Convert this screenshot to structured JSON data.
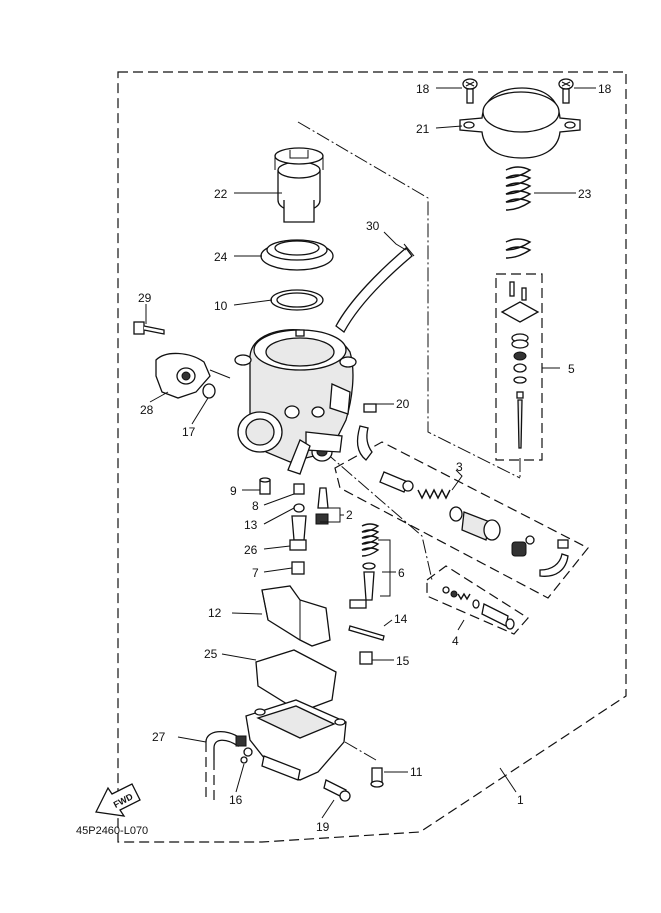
{
  "diagram": {
    "reference_code": "45P2460-L070",
    "fwd_label": "FWD",
    "callouts": [
      "1",
      "2",
      "3",
      "4",
      "5",
      "6",
      "7",
      "8",
      "9",
      "10",
      "11",
      "12",
      "13",
      "14",
      "15",
      "16",
      "17",
      "18",
      "18",
      "19",
      "20",
      "21",
      "22",
      "23",
      "24",
      "25",
      "26",
      "27",
      "28",
      "29",
      "30"
    ]
  }
}
